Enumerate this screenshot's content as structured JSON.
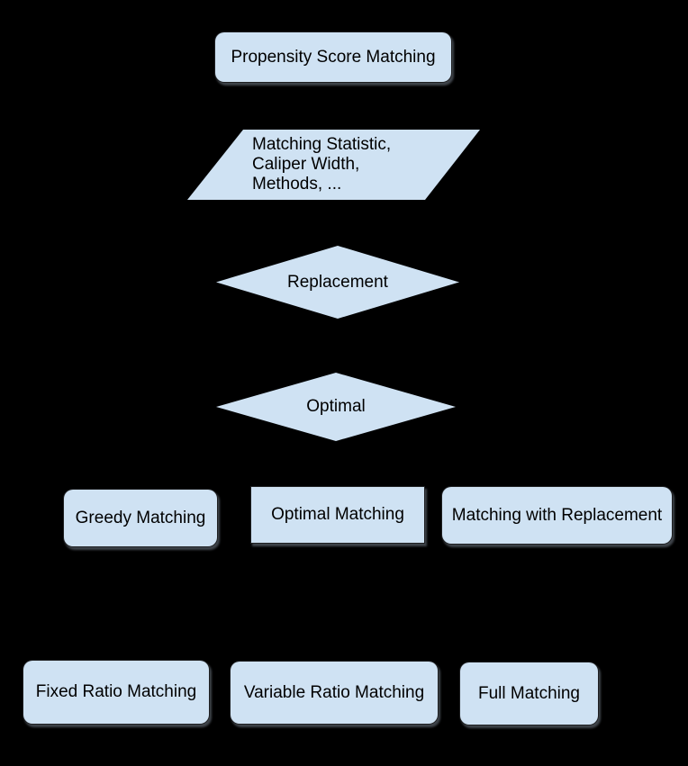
{
  "colors": {
    "background": "#000000",
    "node_fill": "#cfe2f3",
    "node_text": "#000000",
    "shadow": "#7d8794"
  },
  "nodes": {
    "start": {
      "label": "Propensity Score Matching",
      "shape": "rounded-rectangle"
    },
    "parameters": {
      "shape": "parallelogram",
      "lines": [
        "Matching Statistic,",
        "Caliper Width,",
        "Methods, ..."
      ]
    },
    "replacement_decision": {
      "label": "Replacement",
      "shape": "diamond"
    },
    "optimal_decision": {
      "label": "Optimal",
      "shape": "diamond"
    },
    "greedy_matching": {
      "label": "Greedy Matching",
      "shape": "rounded-rectangle"
    },
    "optimal_matching": {
      "label": "Optimal Matching",
      "shape": "rectangle"
    },
    "matching_with_replacement": {
      "label": "Matching with Replacement",
      "shape": "rounded-rectangle"
    },
    "fixed_ratio_matching": {
      "label": "Fixed Ratio Matching",
      "shape": "rounded-rectangle"
    },
    "variable_ratio_matching": {
      "label": "Variable Ratio Matching",
      "shape": "rounded-rectangle"
    },
    "full_matching": {
      "label": "Full Matching",
      "shape": "rounded-rectangle"
    }
  }
}
